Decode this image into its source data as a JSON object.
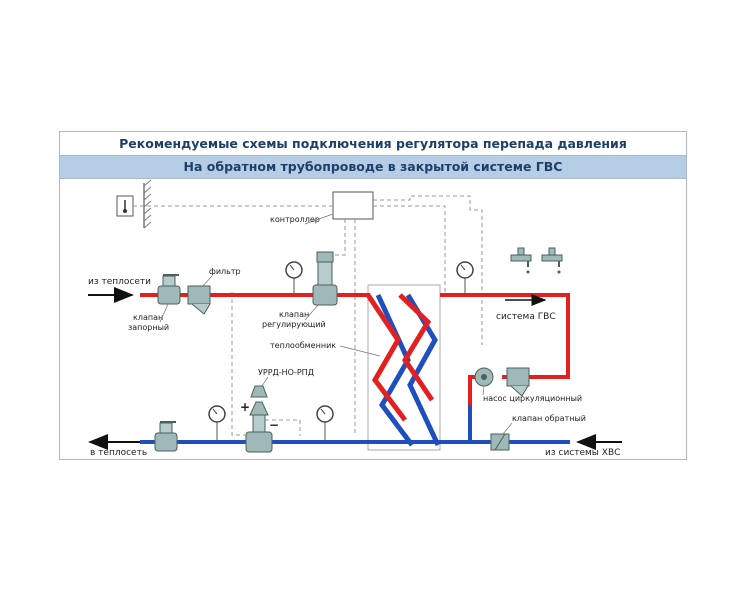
{
  "header": {
    "title": "Рекомендуемые схемы подключения регулятора перепада давления",
    "subtitle": "На обратном трубопроводе в закрытой системе ГВС"
  },
  "labels": {
    "controller": "контроллер",
    "from_heating": "из теплосети",
    "filter": "фильтр",
    "valve_shutoff_1": "клапан",
    "valve_shutoff_2": "запорный",
    "valve_reg_1": "клапан",
    "valve_reg_2": "регулирующий",
    "heat_exchanger": "теплообменник",
    "dhw_system": "система ГВС",
    "regulator": "УРРД-НО-РПД",
    "pump": "насос циркуляционный",
    "check_valve": "клапан обратный",
    "to_heating": "в теплосеть",
    "from_cold_water": "из системы ХВС",
    "plus": "+",
    "minus": "−"
  },
  "colors": {
    "supply": "#e41f1f",
    "return": "#1f4fbf",
    "control_line": "#9a9a9a",
    "header_bg": "#b6cde6",
    "header_text": "#1f3f6b",
    "equipment": "#9fb9b9"
  },
  "icons": [
    "thermometer-icon",
    "pressure-gauge-icon",
    "faucet-icon",
    "arrow-icon"
  ]
}
